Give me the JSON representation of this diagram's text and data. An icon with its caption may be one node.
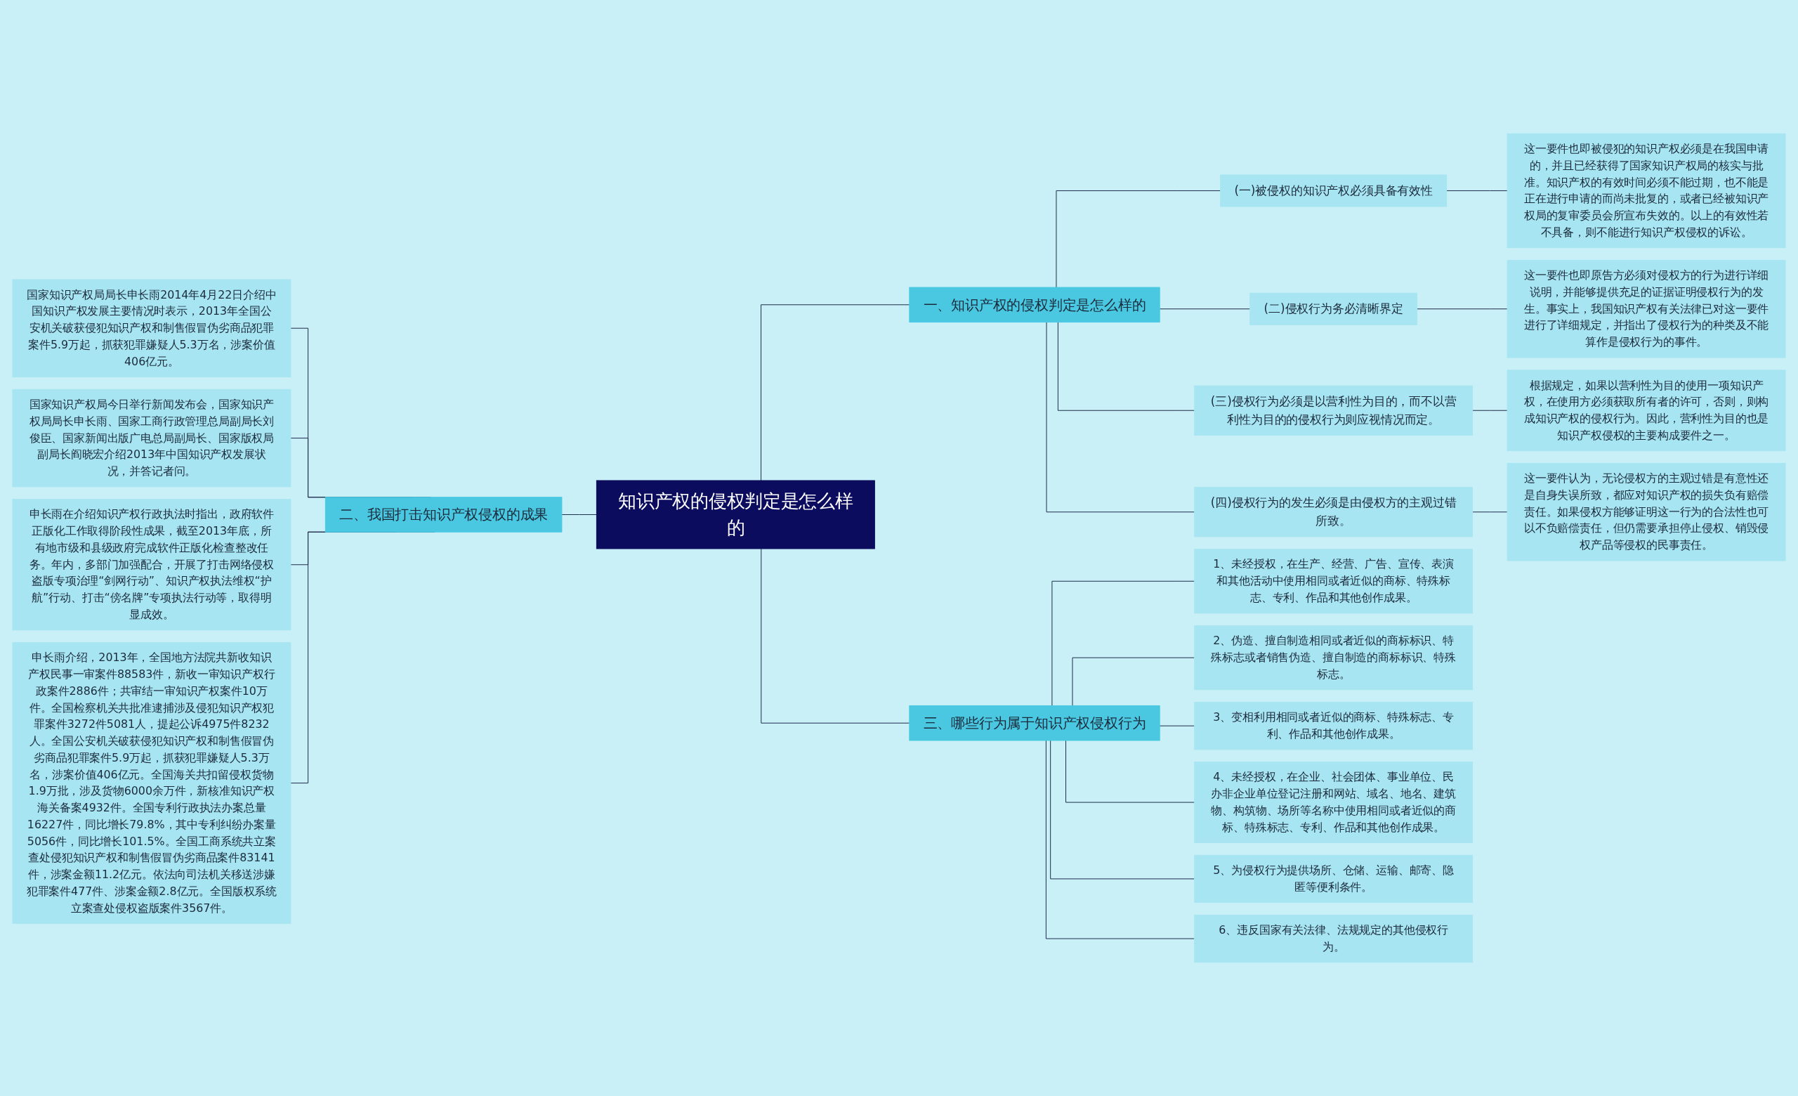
{
  "diagram": {
    "nodes": [
      {
        "text": [
          "知识产权的侵权判定是怎么样的"
        ]
      },
      {
        "text": [
          "一、知识产权的侵权判定是怎么样的"
        ]
      },
      {
        "text": [
          "(一)被侵权的知识产权必须具备有效性"
        ]
      },
      {
        "text": [
          "这一要件也即被侵犯的知识产权必须是在我国申请的，并且已经获得了国家知识产权局的核实与批准。知识产权的有效时间必须不能过期，也不能是正在进行申请的而尚未批复的，或者已经被知识产权局的复审委员会所宣布失效的。以上的有效性若不具备，则不能进行知识产权侵权的诉讼。"
        ]
      },
      {
        "text": [
          "(二)侵权行为务必清晰界定"
        ]
      },
      {
        "text": [
          "这一要件也即原告方必须对侵权方的行为进行详细说明，并能够提供充足的证据证明侵权行为的发生。事实上，我国知识产权有关法律已对这一要件进行了详细规定，并指出了侵权行为的种类及不能算作是侵权行为的事件。"
        ]
      },
      {
        "text": [
          "(三)侵权行为必须是以营利性为目的，而不以营利性为目的的侵权行为则应视情况而定。"
        ]
      },
      {
        "text": [
          "根据规定，如果以营利性为目的使用一项知识产权，在使用方必须获取所有者的许可，否则，则构成知识产权的侵权行为。因此，营利性为目的也是知识产权侵权的主要构成要件之一。"
        ]
      },
      {
        "text": [
          "(四)侵权行为的发生必须是由侵权方的主观过错所致。"
        ]
      },
      {
        "text": [
          "这一要件认为，无论侵权方的主观过错是有意性还是自身失误所致，都应对知识产权的损失负有赔偿责任。如果侵权方能够证明这一行为的合法性也可以不负赔偿责任，但仍需要承担停止侵权、销毁侵权产品等侵权的民事责任。"
        ]
      },
      {
        "text": [
          "二、我国打击知识产权侵权的成果"
        ]
      },
      {
        "text": [
          "国家知识产权局局长申长雨2014年4月22日介绍中国知识产权发展主要情况时表示，2013年全国公安机关破获侵犯知识产权和制售假冒伪劣商品犯罪案件5.9万起，抓获犯罪嫌疑人5.3万名，涉案价值406亿元。"
        ]
      },
      {
        "text": [
          "国家知识产权局今日举行新闻发布会，国家知识产权局局长申长雨、国家工商行政管理总局副局长刘俊臣、国家新闻出版广电总局副局长、国家版权局副局长阎晓宏介绍2013年中国知识产权发展状况，并答记者问。"
        ]
      },
      {
        "text": [
          "申长雨在介绍知识产权行政执法时指出，政府软件正版化工作取得阶段性成果，截至2013年底，所有地市级和县级政府完成软件正版化检查整改任务。年内，多部门加强配合，开展了打击网络侵权盗版专项治理“剑网行动”、知识产权执法维权“护航”行动、打击“傍名牌”专项执法行动等，取得明显成效。"
        ]
      },
      {
        "text": [
          "申长雨介绍，2013年，全国地方法院共新收知识产权民事一审案件88583件，新收一审知识产权行政案件2886件；共审结一审知识产权案件10万件。全国检察机关共批准逮捕涉及侵犯知识产权犯罪案件3272件5081人，提起公诉4975件8232人。全国公安机关破获侵犯知识产权和制售假冒伪劣商品犯罪案件5.9万起，抓获犯罪嫌疑人5.3万名，涉案价值406亿元。全国海关共扣留侵权货物1.9万批，涉及货物6000余万件，新核准知识产权海关备案4932件。全国专利行政执法办案总量16227件，同比增长79.8%，其中专利纠纷办案量5056件，同比增长101.5%。全国工商系统共立案查处侵犯知识产权和制售假冒伪劣商品案件83141件，涉案金额11.2亿元。依法向司法机关移送涉嫌犯罪案件477件、涉案金额2.8亿元。全国版权系统立案查处侵权盗版案件3567件。"
        ]
      },
      {
        "text": [
          "三、哪些行为属于知识产权侵权行为"
        ]
      },
      {
        "text": [
          "1、未经授权，在生产、经营、广告、宣传、表演和其他活动中使用相同或者近似的商标、特殊标志、专利、作品和其他创作成果。"
        ]
      },
      {
        "text": [
          "2、伪造、擅自制造相同或者近似的商标标识、特殊标志或者销售伪造、擅自制造的商标标识、特殊标志。"
        ]
      },
      {
        "text": [
          "3、变相利用相同或者近似的商标、特殊标志、专利、作品和其他创作成果。"
        ]
      },
      {
        "text": [
          "4、未经授权，在企业、社会团体、事业单位、民办非企业单位登记注册和网站、域名、地名、建筑物、构筑物、场所等名称中使用相同或者近似的商标、特殊标志、专利、作品和其他创作成果。"
        ]
      },
      {
        "text": [
          "5、为侵权行为提供场所、仓储、运输、邮寄、隐匿等便利条件。"
        ]
      },
      {
        "text": [
          "6、违反国家有关法律、法规规定的其他侵权行为。"
        ]
      }
    ],
    "edges": [
      {
        "from": 0,
        "to": 1,
        "arrow": "none"
      },
      {
        "from": 1,
        "to": 2,
        "arrow": "none"
      },
      {
        "from": 2,
        "to": 3,
        "arrow": "none"
      },
      {
        "from": 1,
        "to": 4,
        "arrow": "none"
      },
      {
        "from": 4,
        "to": 5,
        "arrow": "none"
      },
      {
        "from": 1,
        "to": 6,
        "arrow": "none"
      },
      {
        "from": 6,
        "to": 7,
        "arrow": "none"
      },
      {
        "from": 1,
        "to": 8,
        "arrow": "none"
      },
      {
        "from": 8,
        "to": 9,
        "arrow": "none"
      },
      {
        "from": 10,
        "to": 0,
        "arrow": "none"
      },
      {
        "from": 11,
        "to": 10,
        "arrow": "none"
      },
      {
        "from": 12,
        "to": 10,
        "arrow": "none"
      },
      {
        "from": 13,
        "to": 10,
        "arrow": "none"
      },
      {
        "from": 14,
        "to": 10,
        "arrow": "none"
      },
      {
        "from": 0,
        "to": 15,
        "arrow": "none"
      },
      {
        "from": 15,
        "to": 16,
        "arrow": "none"
      },
      {
        "from": 15,
        "to": 17,
        "arrow": "none"
      },
      {
        "from": 15,
        "to": 18,
        "arrow": "none"
      },
      {
        "from": 15,
        "to": 19,
        "arrow": "none"
      },
      {
        "from": 15,
        "to": 20,
        "arrow": "none"
      },
      {
        "from": 15,
        "to": 21,
        "arrow": "none"
      }
    ]
  }
}
